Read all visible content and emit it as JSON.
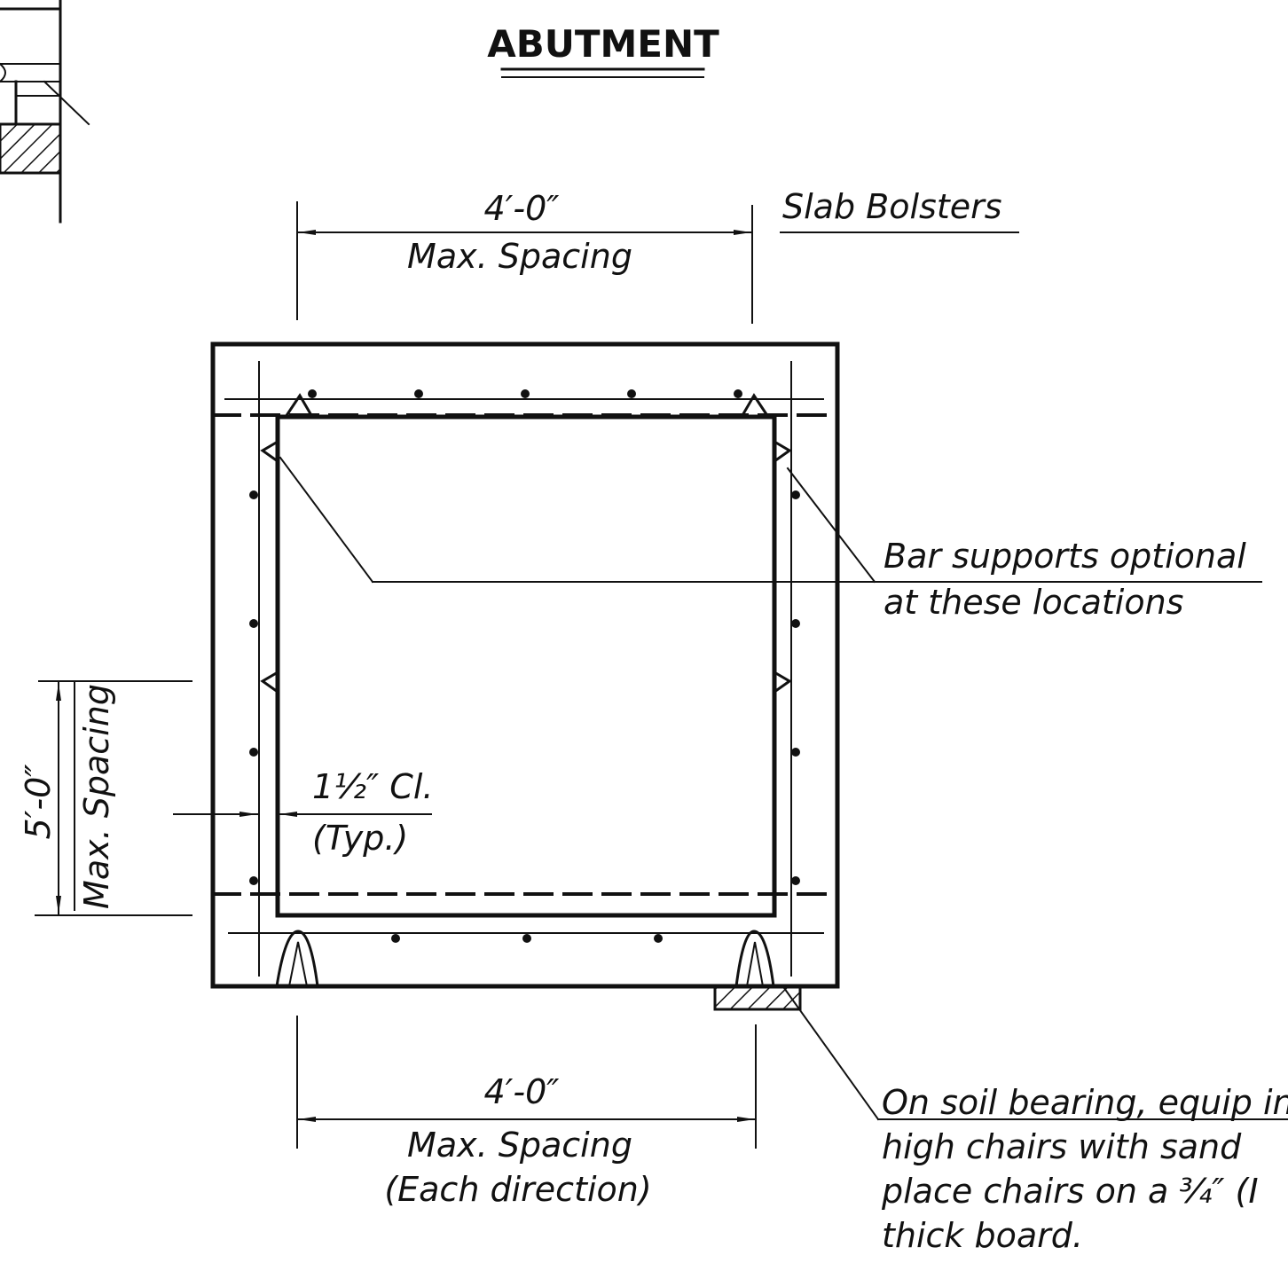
{
  "title": "ABUTMENT",
  "labels": {
    "slab_bolsters": "Slab Bolsters",
    "top_dim_value": "4′-0″",
    "top_dim_note": "Max. Spacing",
    "bottom_dim_value": "4′-0″",
    "bottom_dim_note": "Max. Spacing",
    "bottom_dim_note2": "(Each direction)",
    "left_dim_value": "5′-0″",
    "left_dim_note": "Max. Spacing",
    "clear_cover": "1½″ Cl.",
    "clear_cover_typ": "(Typ.)",
    "bar_supports_line1": "Bar supports optional",
    "bar_supports_line2": "at these locations",
    "soil_line1": "On soil bearing, equip in",
    "soil_line2": "high chairs with sand",
    "soil_line3": "place chairs on a ¾″ (I",
    "soil_line4": "thick board."
  }
}
